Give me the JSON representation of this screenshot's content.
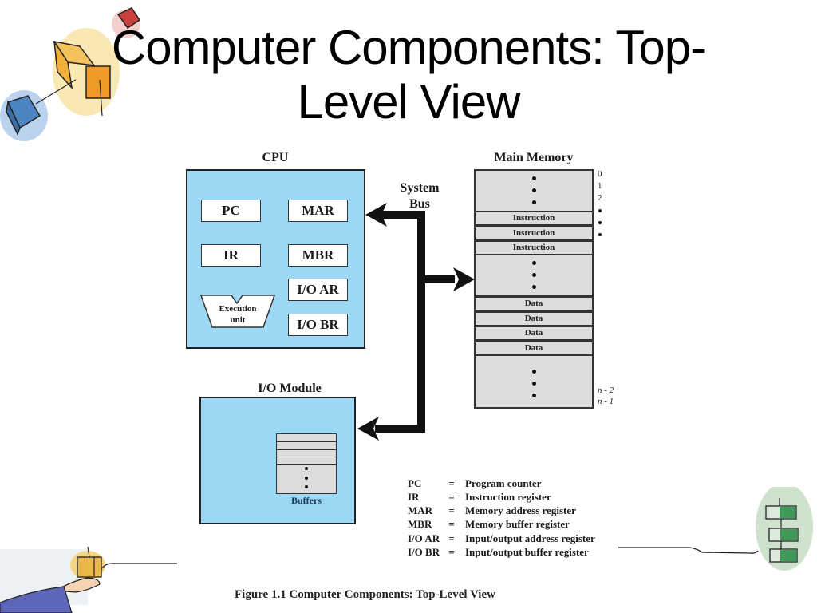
{
  "slide": {
    "title_line1": "Computer Components: Top-",
    "title_line2": "Level View"
  },
  "diagram": {
    "cpu": {
      "label": "CPU",
      "registers": [
        "PC",
        "MAR",
        "IR",
        "MBR",
        "I/O AR",
        "I/O BR"
      ],
      "execution_unit": [
        "Execution",
        "unit"
      ]
    },
    "system_bus": {
      "label_line1": "System",
      "label_line2": "Bus"
    },
    "main_memory": {
      "label": "Main Memory",
      "instruction_cells": [
        "Instruction",
        "Instruction",
        "Instruction"
      ],
      "data_cells": [
        "Data",
        "Data",
        "Data",
        "Data"
      ],
      "address_labels_top": [
        "0",
        "1",
        "2"
      ],
      "address_labels_bottom": [
        "n - 2",
        "n - 1"
      ]
    },
    "io_module": {
      "label": "I/O Module",
      "buffers_label": "Buffers"
    },
    "legend": [
      {
        "abbr": "PC",
        "eq": "=",
        "meaning": "Program counter"
      },
      {
        "abbr": "IR",
        "eq": "=",
        "meaning": "Instruction register"
      },
      {
        "abbr": "MAR",
        "eq": "=",
        "meaning": "Memory address register"
      },
      {
        "abbr": "MBR",
        "eq": "=",
        "meaning": "Memory buffer register"
      },
      {
        "abbr": "I/O AR",
        "eq": "=",
        "meaning": "Input/output address register"
      },
      {
        "abbr": "I/O BR",
        "eq": "=",
        "meaning": "Input/output buffer register"
      }
    ],
    "caption": "Figure 1.1  Computer Components: Top-Level View"
  },
  "colors": {
    "module_fill": "#9dd8f5",
    "memory_fill": "#dcdcdc",
    "bus": "#111111"
  }
}
